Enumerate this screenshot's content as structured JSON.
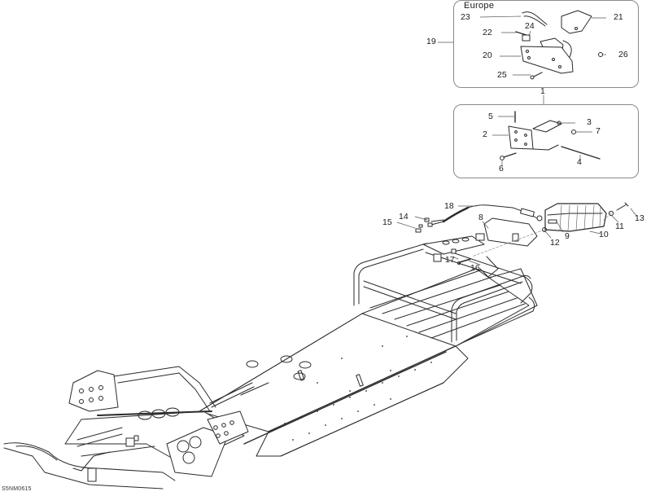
{
  "diagram": {
    "type": "exploded-parts-diagram",
    "subject": "Rear rack / tail light / license plate bracket assembly on snowmobile chassis",
    "reference_code": "S5NM0615",
    "insets": [
      {
        "id": "europe",
        "title": "Europe",
        "group_callout": "19",
        "callouts": [
          "20",
          "21",
          "22",
          "23",
          "24",
          "25",
          "26"
        ]
      },
      {
        "id": "standard",
        "title": "",
        "group_callout": "1",
        "callouts": [
          "2",
          "3",
          "4",
          "5",
          "6",
          "7"
        ]
      }
    ],
    "main_callouts": [
      "8",
      "9",
      "10",
      "11",
      "12",
      "13",
      "14",
      "15",
      "16",
      "17",
      "18"
    ]
  },
  "labels": {
    "europe_title": "Europe",
    "c1": "1",
    "c2": "2",
    "c3": "3",
    "c4": "4",
    "c5": "5",
    "c6": "6",
    "c7": "7",
    "c8": "8",
    "c9": "9",
    "c10": "10",
    "c11": "11",
    "c12": "12",
    "c13": "13",
    "c14": "14",
    "c15": "15",
    "c16": "16",
    "c17": "17",
    "c18": "18",
    "c19": "19",
    "c20": "20",
    "c21": "21",
    "c22": "22",
    "c23": "23",
    "c24": "24",
    "c25": "25",
    "c26": "26",
    "ref": "S5NM0615"
  },
  "colors": {
    "line": "#2a2a2a",
    "leader": "#555555",
    "box_border": "#8a8a8a",
    "background": "#ffffff"
  }
}
